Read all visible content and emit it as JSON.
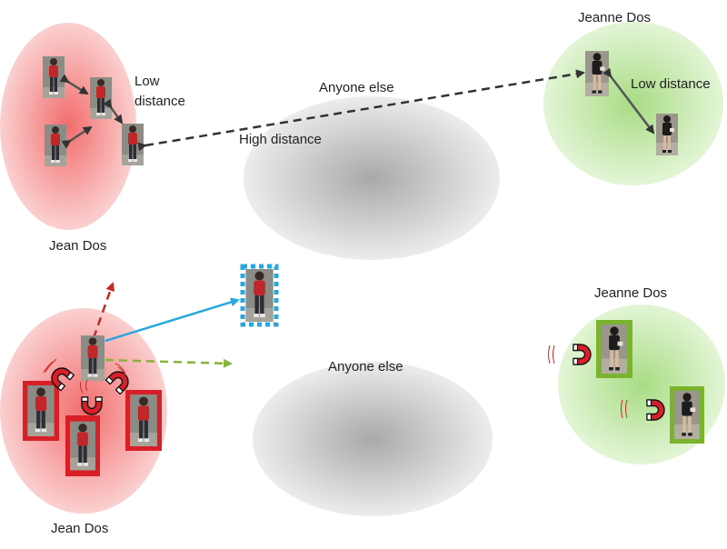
{
  "top": {
    "jean_label": "Jean Dos",
    "jeanne_label": "Jeanne Dos",
    "anyone_label": "Anyone else",
    "low_distance_left": [
      "Low",
      "distance"
    ],
    "low_distance_right": "Low distance",
    "high_distance": "High distance"
  },
  "bottom": {
    "jean_label": "Jean Dos",
    "jeanne_label": "Jeanne Dos",
    "anyone_label": "Anyone else"
  },
  "colors": {
    "jean_cluster": "#f47c7c",
    "jeanne_cluster": "#b8e39a",
    "anyone_cluster": "#b8b8b8",
    "frame_red": "#d81e27",
    "frame_green": "#7ab32e",
    "arrow_black": "#333333",
    "arrow_red": "#c62828",
    "arrow_green": "#86b33a",
    "arrow_blue": "#29a8df"
  },
  "icons": [
    "magnet-icon",
    "signal-wave-icon",
    "person-thumbnail"
  ]
}
